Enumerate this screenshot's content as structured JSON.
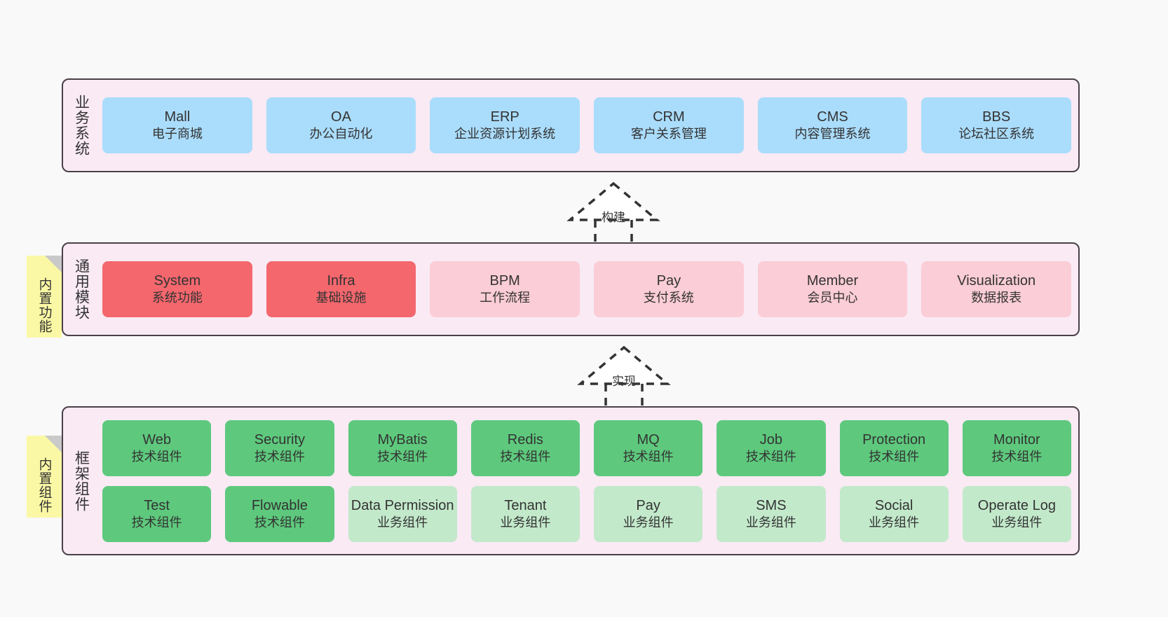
{
  "theme": {
    "background": "#f9f9f9",
    "band_fill": "#f9eaf4",
    "band_border": "#4a4048",
    "business_card": "#aadcfb",
    "module_core": "#f4676d",
    "module_optional": "#fbcdd6",
    "framework_tech": "#5ec97d",
    "framework_biz": "#c3e9cb",
    "note_fill": "#fbf8a5",
    "note_fold": "#c9c9c9",
    "text": "#333333"
  },
  "layers": {
    "business": {
      "title": "业务系统",
      "cards": [
        {
          "en": "Mall",
          "cn": "电子商城"
        },
        {
          "en": "OA",
          "cn": "办公自动化"
        },
        {
          "en": "ERP",
          "cn": "企业资源计划系统"
        },
        {
          "en": "CRM",
          "cn": "客户关系管理"
        },
        {
          "en": "CMS",
          "cn": "内容管理系统"
        },
        {
          "en": "BBS",
          "cn": "论坛社区系统"
        }
      ]
    },
    "modules": {
      "title": "通用模块",
      "note": "内置功能",
      "cards": [
        {
          "en": "System",
          "cn": "系统功能",
          "kind": "core"
        },
        {
          "en": "Infra",
          "cn": "基础设施",
          "kind": "core"
        },
        {
          "en": "BPM",
          "cn": "工作流程",
          "kind": "optional"
        },
        {
          "en": "Pay",
          "cn": "支付系统",
          "kind": "optional"
        },
        {
          "en": "Member",
          "cn": "会员中心",
          "kind": "optional"
        },
        {
          "en": "Visualization",
          "cn": "数据报表",
          "kind": "optional"
        }
      ]
    },
    "framework": {
      "title": "框架组件",
      "note": "内置组件",
      "row1": [
        {
          "en": "Web",
          "cn": "技术组件"
        },
        {
          "en": "Security",
          "cn": "技术组件"
        },
        {
          "en": "MyBatis",
          "cn": "技术组件"
        },
        {
          "en": "Redis",
          "cn": "技术组件"
        },
        {
          "en": "MQ",
          "cn": "技术组件"
        },
        {
          "en": "Job",
          "cn": "技术组件"
        },
        {
          "en": "Protection",
          "cn": "技术组件"
        },
        {
          "en": "Monitor",
          "cn": "技术组件"
        }
      ],
      "row2": [
        {
          "en": "Test",
          "cn": "技术组件",
          "kind": "tech"
        },
        {
          "en": "Flowable",
          "cn": "技术组件",
          "kind": "tech"
        },
        {
          "en": "Data Permission",
          "cn": "业务组件",
          "kind": "biz"
        },
        {
          "en": "Tenant",
          "cn": "业务组件",
          "kind": "biz"
        },
        {
          "en": "Pay",
          "cn": "业务组件",
          "kind": "biz"
        },
        {
          "en": "SMS",
          "cn": "业务组件",
          "kind": "biz"
        },
        {
          "en": "Social",
          "cn": "业务组件",
          "kind": "biz"
        },
        {
          "en": "Operate Log",
          "cn": "业务组件",
          "kind": "biz"
        }
      ]
    }
  },
  "connectors": [
    {
      "label": "构建",
      "from": "通用模块",
      "to": "业务系统"
    },
    {
      "label": "实现",
      "from": "框架组件",
      "to": "通用模块"
    }
  ]
}
